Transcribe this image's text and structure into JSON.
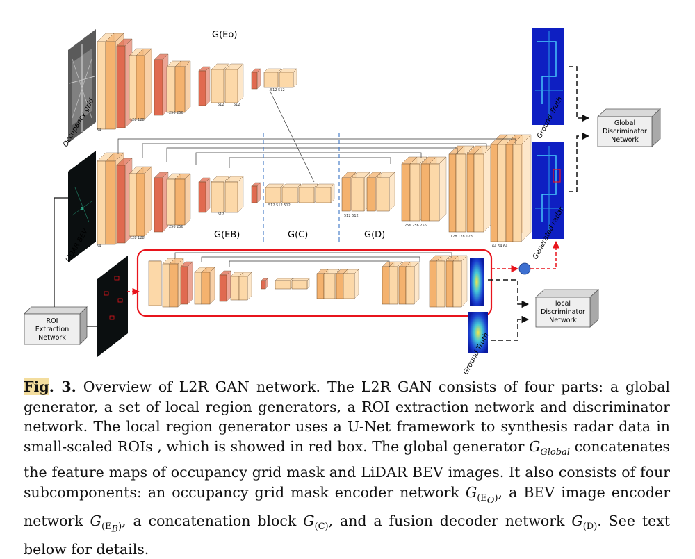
{
  "figure": {
    "labels": {
      "g_eo": "G(Eo)",
      "g_eb": "G(EB)",
      "g_c": "G(C)",
      "g_d": "G(D)"
    },
    "inputs": {
      "occupancy": "Occupancy grid",
      "lidar": "LiDAR BEV",
      "ground_truth_top": "Ground Truth",
      "generated": "Generated radar",
      "ground_truth_bottom": "Ground Truth"
    },
    "boxes": {
      "roi_line1": "ROI",
      "roi_line2": "Extraction",
      "roi_line3": "Network",
      "global_line1": "Global",
      "global_line2": "Discriminator",
      "global_line3": "Network",
      "local_line1": "local",
      "local_line2": "Discriminator",
      "local_line3": "Network"
    },
    "channel_labels": {
      "occ_a": "64",
      "occ_b": "128 128",
      "occ_c": "256 256",
      "occ_d": "512",
      "occ_e": "512",
      "occ_f": "512 512",
      "lid_a": "64",
      "lid_b": "128 128",
      "lid_c": "256 256",
      "lid_d": "512",
      "lid_e": "512 512 512",
      "lid_f": "512 512",
      "dec_a": "256 256 256",
      "dec_b": "128 128 128",
      "dec_c": "64 64 64"
    },
    "colors": {
      "block_light": "#fcd8a8",
      "block_mid": "#f4b26e",
      "pool_red": "#e06a50",
      "roi_box": "#e8141c",
      "dashed_blue": "#4a7fc8",
      "merge_dot": "#3d6fd0"
    }
  },
  "caption": {
    "fig_label": "Fig",
    "fig_number": ". 3.",
    "part1": " Overview of L2R GAN network. The L2R GAN consists of four parts: a global generator, a set of local region generators, a ROI extraction network and discriminator network. The local region generator uses a U-Net framework to synthesis radar data in small-scaled ROIs , which is showed in red box. The global generator ",
    "g_global": "G",
    "g_global_sub": "Global",
    "part2": " concatenates the feature maps of occupancy grid mask and LiDAR BEV images. It also consists of four subcomponents: an occupancy grid mask encoder network ",
    "g_eo": "G",
    "g_eo_sub": "(E",
    "g_eo_subsub": "O",
    "g_eo_close": ")",
    "part3": ", a BEV image encoder network ",
    "g_eb": "G",
    "g_eb_sub": "(E",
    "g_eb_subsub": "B",
    "g_eb_close": ")",
    "part4": ", a concatenation block ",
    "g_c": "G",
    "g_c_sub": "(C)",
    "part5": ", and a fusion decoder network ",
    "g_d": "G",
    "g_d_sub": "(D)",
    "part6": ". See text below for details."
  }
}
